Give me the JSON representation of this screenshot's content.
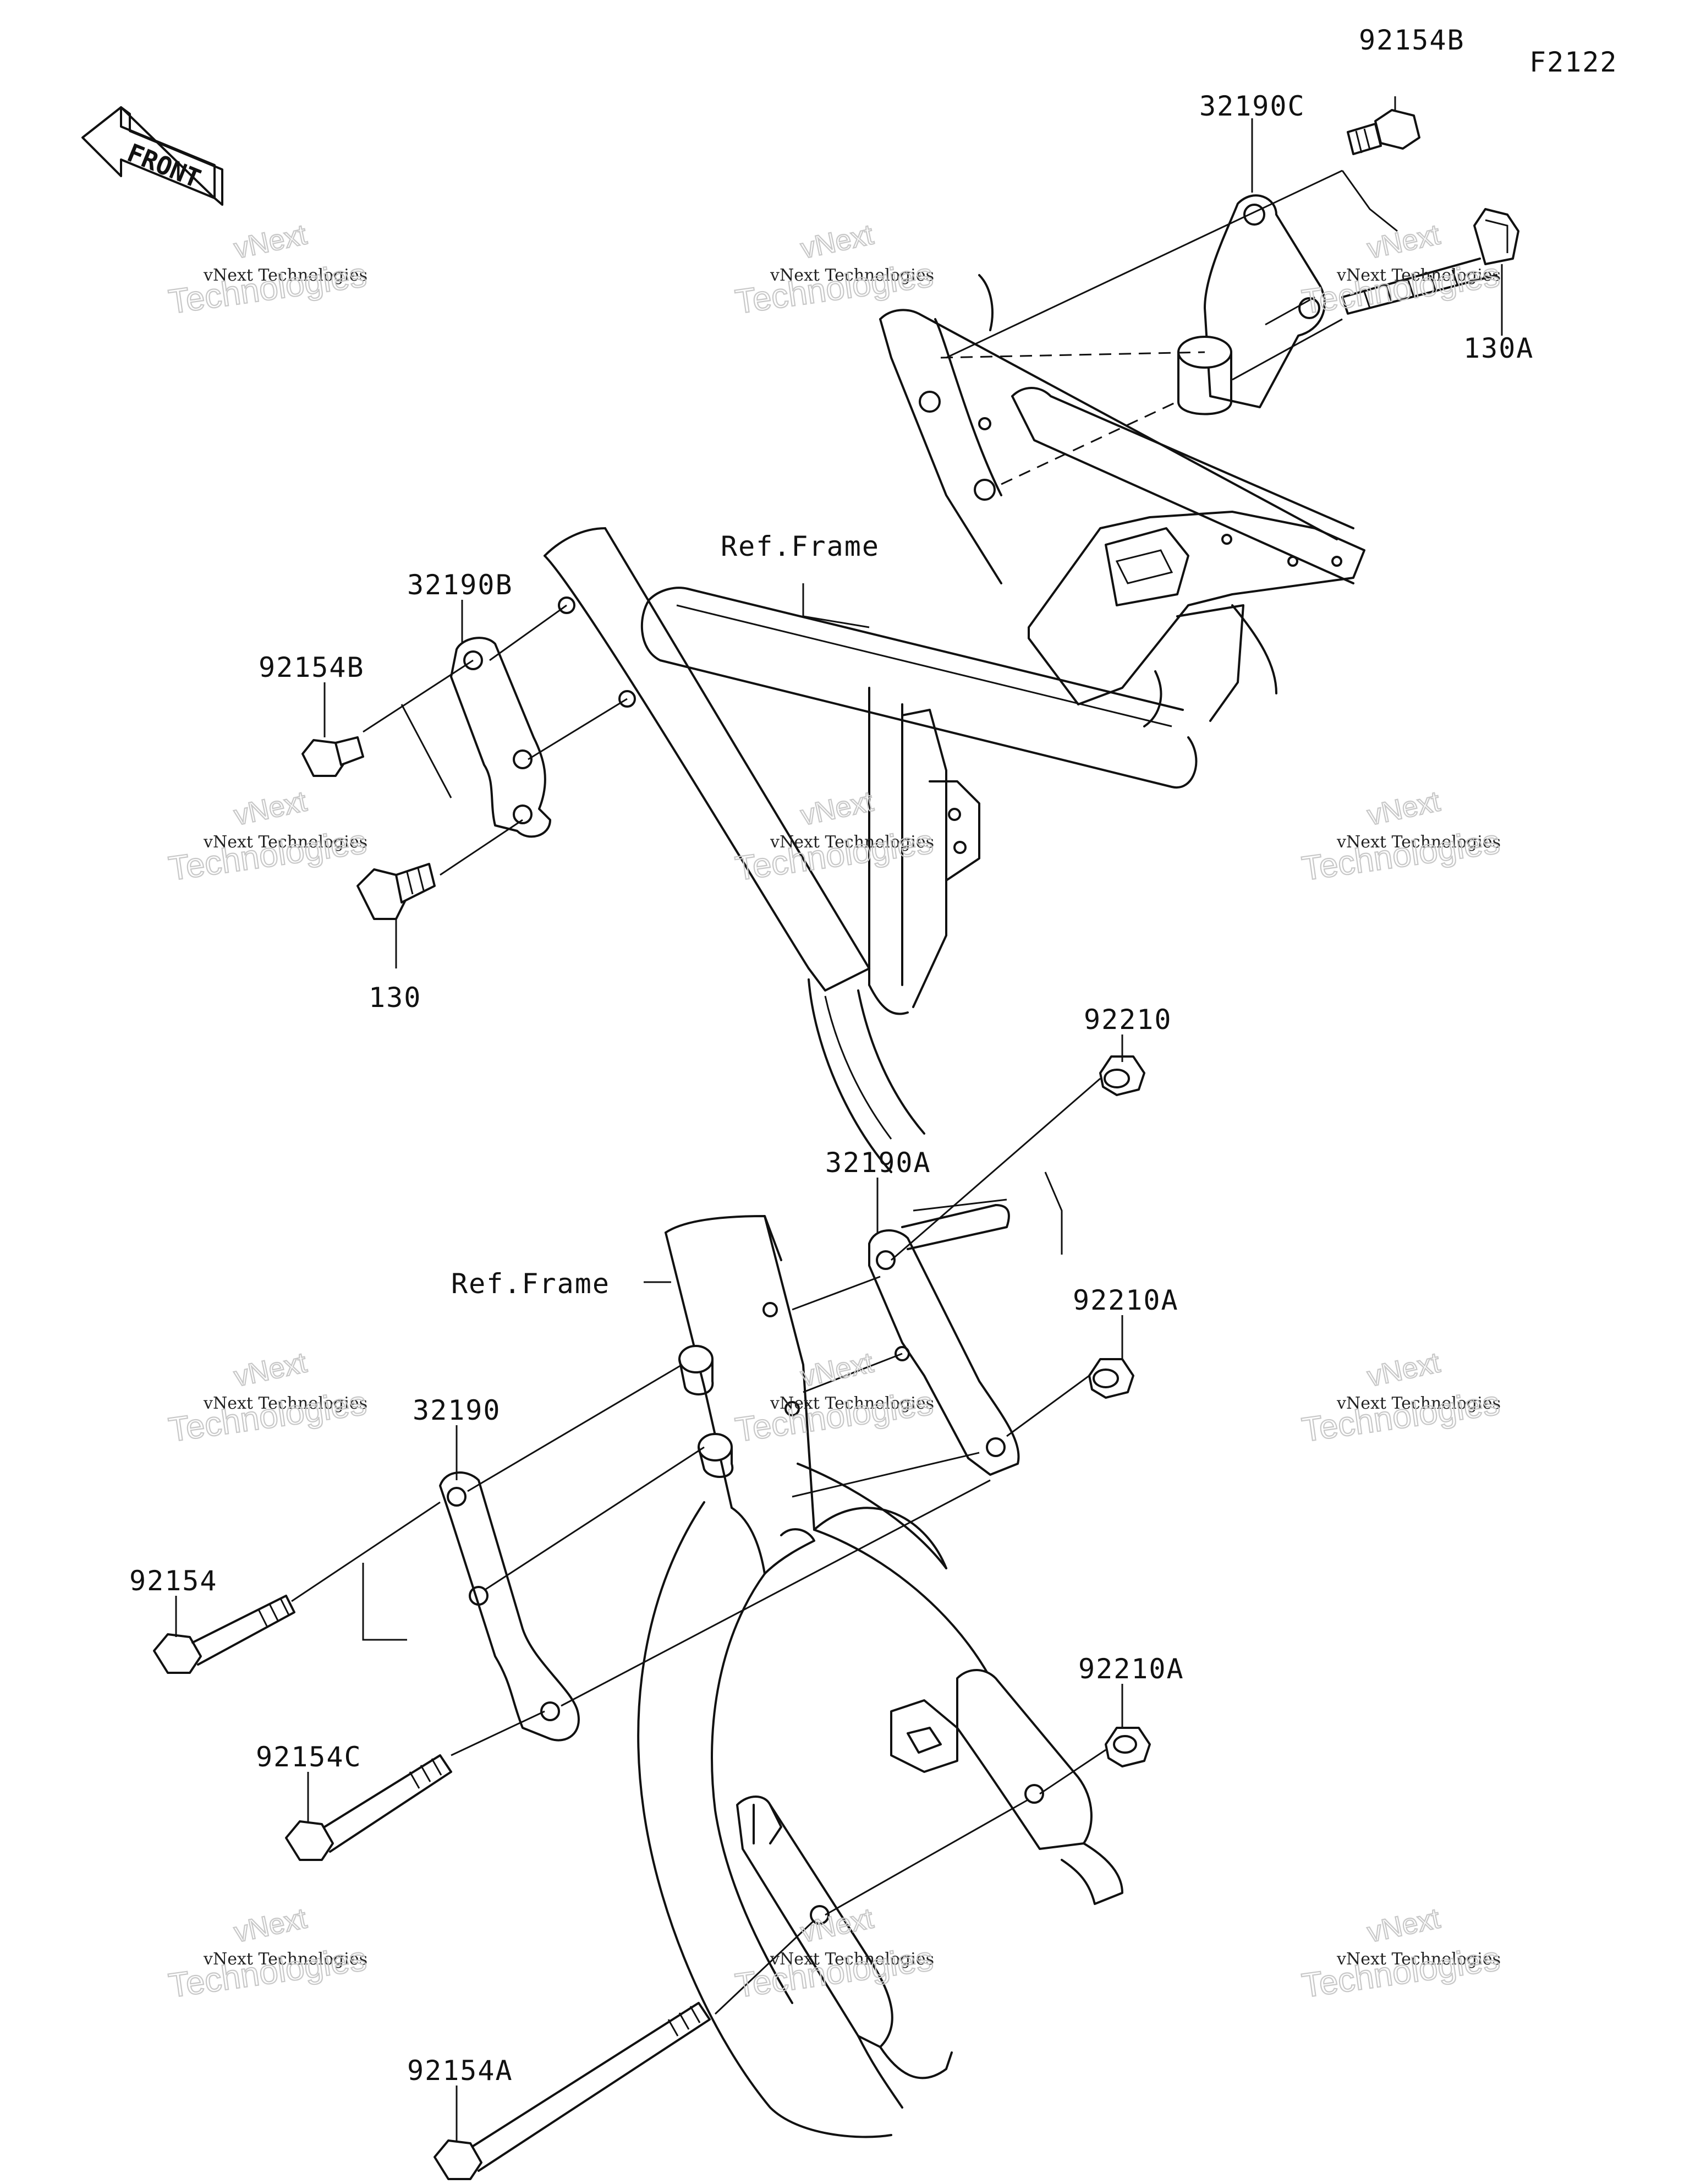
{
  "diagram_code": "F2122",
  "front_indicator": "FRONT",
  "reference_labels": {
    "upper": "Ref.Frame",
    "lower": "Ref.Frame"
  },
  "parts": {
    "p92154B_top": "92154B",
    "p32190C": "32190C",
    "p130A": "130A",
    "p32190B": "32190B",
    "p92154B_left": "92154B",
    "p130": "130",
    "p92210": "92210",
    "p32190A": "32190A",
    "p92210A_mid": "92210A",
    "p32190": "32190",
    "p92154": "92154",
    "p92154C": "92154C",
    "p92210A_low": "92210A",
    "p92154A": "92154A"
  },
  "watermark": {
    "logo": "vNext",
    "line1": "vNext Technologies",
    "line2": "Technologies"
  }
}
